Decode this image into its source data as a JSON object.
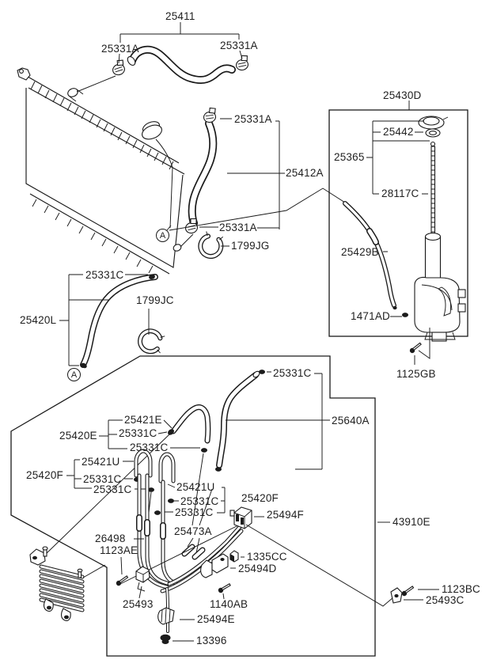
{
  "diagram": {
    "kind": "automotive-parts-diagram",
    "subject": "radiator hoses, coolant reservoir and oil cooler lines",
    "colors": {
      "background": "#ffffff",
      "line": "#1a1a1a",
      "text": "#1f1f1f"
    },
    "connection_marker": "A",
    "parts": {
      "25411": "25411",
      "25331A": "25331A",
      "25412A": "25412A",
      "1799JG": "1799JG",
      "25331C": "25331C",
      "1799JC": "1799JC",
      "25420L": "25420L",
      "25430D": "25430D",
      "25442": "25442",
      "25365": "25365",
      "28117C": "28117C",
      "25429B": "25429B",
      "1471AD": "1471AD",
      "1125GB": "1125GB",
      "25640A": "25640A",
      "25421E": "25421E",
      "25420E": "25420E",
      "25421U": "25421U",
      "25420F": "25420F",
      "25494F": "25494F",
      "43910E": "43910E",
      "26498": "26498",
      "1123AE": "1123AE",
      "25473A": "25473A",
      "1335CC": "1335CC",
      "25494D": "25494D",
      "25493": "25493",
      "1140AB": "1140AB",
      "25494E": "25494E",
      "13396": "13396",
      "1123BC": "1123BC",
      "25493C": "25493C",
      "markerA": "A"
    },
    "groups": {
      "reservoir_assembly": {
        "label": "25430D",
        "members": [
          "25442",
          "25365",
          "28117C",
          "25429B",
          "1471AD"
        ]
      },
      "oil_cooler_line_assembly": {
        "label": "43910E"
      },
      "hose_group_25420E": [
        "25421E",
        "25331C",
        "25331C"
      ],
      "hose_group_25420F": [
        "25421U",
        "25331C",
        "25331C"
      ]
    }
  }
}
